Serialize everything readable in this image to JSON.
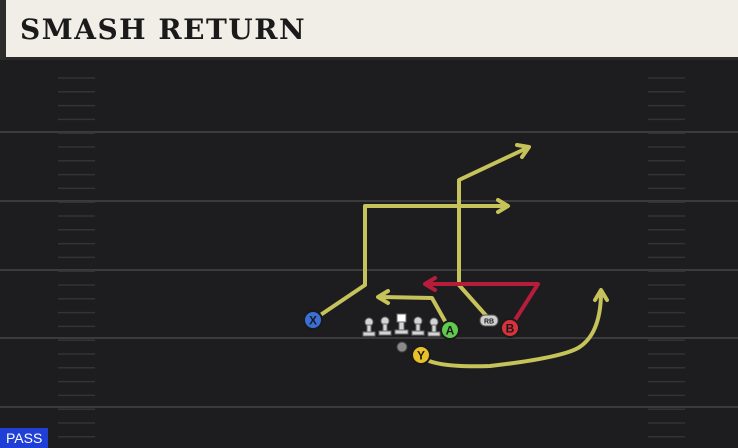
{
  "play": {
    "name": "SMASH RETURN",
    "type_badge": "PASS"
  },
  "players": {
    "x": "X",
    "a": "A",
    "rb": "RB",
    "b": "B",
    "y": "Y"
  },
  "colors": {
    "field_bg": "#1d1d1f",
    "yard_line": "#3b3b3d",
    "route_primary": "#c7c35b",
    "route_secondary": "#b51d3a",
    "x_player": "#3b6fd8",
    "a_player": "#62c94f",
    "b_player": "#d8323c",
    "y_player": "#e8c02a",
    "rb_player": "#cfcfcf",
    "badge": "#1f3fd6"
  }
}
